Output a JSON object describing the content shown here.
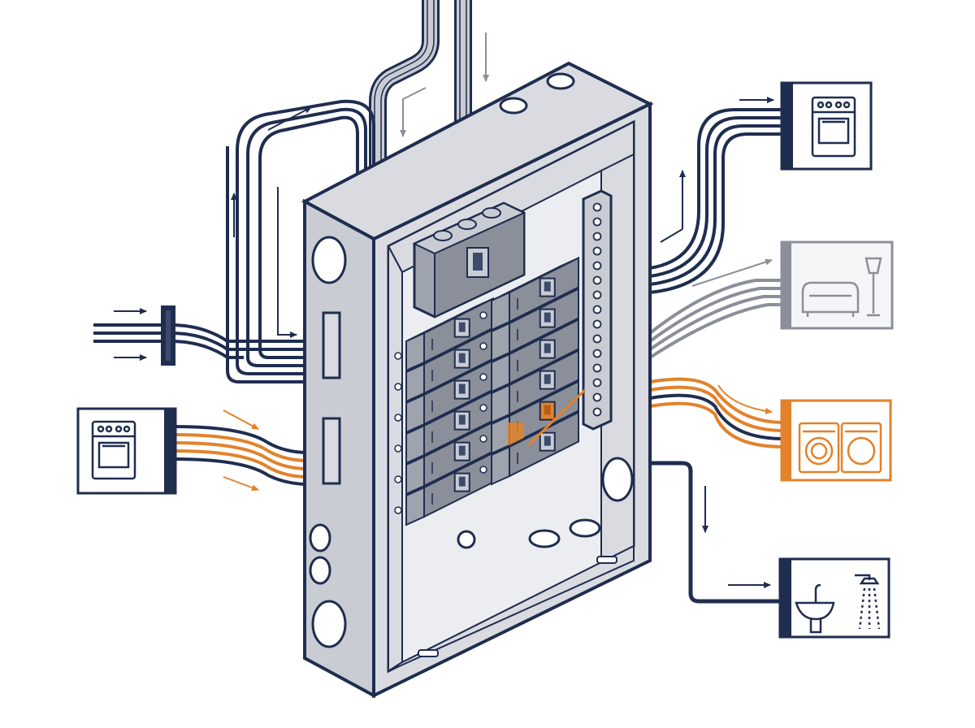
{
  "colors": {
    "navy": "#1f2d4f",
    "slate": "#3d4b6e",
    "gray": "#8a8f99",
    "light_gray": "#c9ccd2",
    "panel_fill": "#d9dbe0",
    "panel_dark": "#9ea3ad",
    "orange": "#e2822b",
    "white": "#ffffff"
  },
  "breakers": {
    "left_column_count": 6,
    "right_column_count": 6,
    "tripped_index": 4
  },
  "appliances": [
    {
      "name": "oven-left",
      "icon": "oven-icon",
      "accent": "#1f2d4f"
    },
    {
      "name": "oven-right",
      "icon": "oven-icon",
      "accent": "#1f2d4f"
    },
    {
      "name": "living-room",
      "icon": "sofa-lamp-icon",
      "accent": "#8a8f99"
    },
    {
      "name": "laundry",
      "icon": "washer-dryer-icon",
      "accent": "#e2822b"
    },
    {
      "name": "bathroom",
      "icon": "sink-shower-icon",
      "accent": "#1f2d4f"
    }
  ]
}
